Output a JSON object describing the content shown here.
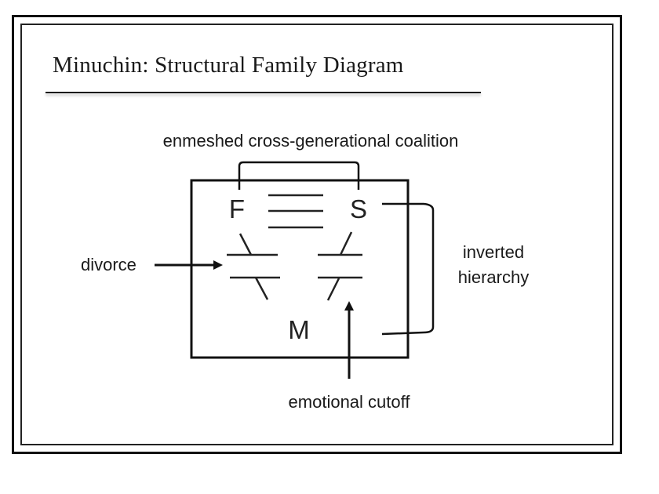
{
  "slide": {
    "title": "Minuchin: Structural Family Diagram"
  },
  "diagram": {
    "nodes": {
      "father": "F",
      "son": "S",
      "mother": "M"
    },
    "labels": {
      "coalition": "enmeshed cross-generational coalition",
      "divorce": "divorce",
      "hierarchy_line1": "inverted",
      "hierarchy_line2": "hierarchy",
      "cutoff": "emotional cutoff"
    },
    "relationships": [
      {
        "from": "F",
        "to": "S",
        "type": "enmeshed"
      },
      {
        "from": "F",
        "to": "M",
        "type": "conflictual-divorce"
      },
      {
        "from": "S",
        "to": "M",
        "type": "emotional-cutoff"
      }
    ]
  }
}
